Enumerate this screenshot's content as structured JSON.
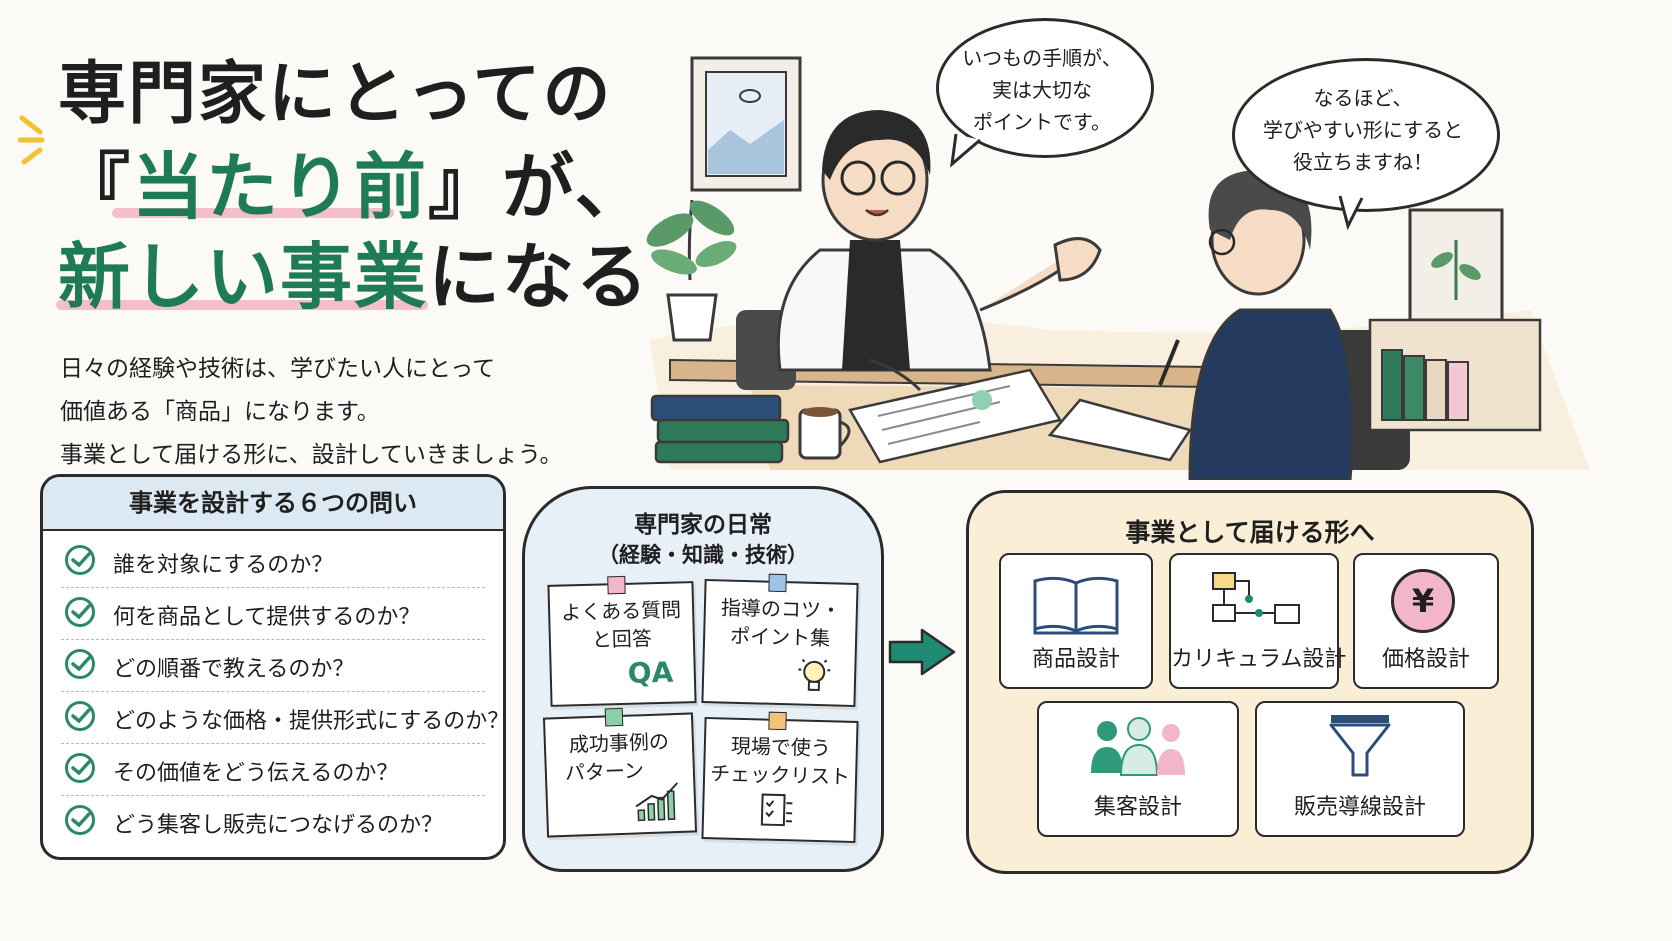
{
  "headline": {
    "line1": "専門家にとっての",
    "line2_open": "『",
    "line2_emph": "当たり前",
    "line2_rest": "』が、",
    "line3_emph": "新しい事業",
    "line3_rest": "になる"
  },
  "lead": [
    "日々の経験や技術は、学びたい人にとって",
    "価値ある「商品」になります。",
    "事業として届ける形に、設計していきましょう。"
  ],
  "questions": {
    "title": "事業を設計する６つの問い",
    "items": [
      "誰を対象にするのか？",
      "何を商品として提供するのか？",
      "どの順番で教えるのか？",
      "どのような価格・提供形式にするのか？",
      "その価値をどう伝えるのか？",
      "どう集客し販売につなげるのか？"
    ]
  },
  "everyday": {
    "title": "専門家の日常",
    "subtitle": "（経験・知識・技術）",
    "notes": [
      {
        "line1": "よくある質問",
        "line2": "と回答",
        "icon": "qa-icon",
        "pin": "#f3b6c8"
      },
      {
        "line1": "指導のコツ・",
        "line2": "ポイント集",
        "icon": "lightbulb-icon",
        "pin": "#9fc3e6"
      },
      {
        "line1": "成功事例の",
        "line2": "パターン",
        "icon": "growth-chart-icon",
        "pin": "#8fcfa8"
      },
      {
        "line1": "現場で使う",
        "line2": "チェックリスト",
        "icon": "checklist-icon",
        "pin": "#f0c27a"
      }
    ],
    "qa_glyph": "QA"
  },
  "business": {
    "title": "事業として届ける形へ",
    "cards": [
      {
        "label": "商品設計",
        "icon": "book-icon"
      },
      {
        "label": "カリキュラム設計",
        "icon": "flow-diagram-icon"
      },
      {
        "label": "価格設計",
        "icon": "yen-icon"
      },
      {
        "label": "集客設計",
        "icon": "people-icon"
      },
      {
        "label": "販売導線設計",
        "icon": "funnel-icon"
      }
    ],
    "yen_glyph": "¥"
  },
  "speech": {
    "expert": [
      "いつもの手順が、",
      "実は大切な",
      "ポイントです。"
    ],
    "client": [
      "なるほど、",
      "学びやすい形にすると",
      "役立ちますね！"
    ]
  },
  "colors": {
    "accent_green": "#1f7a58",
    "highlight_pink": "#f2b3c7",
    "panel_blue": "#e8f0f7",
    "panel_cream": "#fbeed6",
    "arrow_teal": "#1f8a73"
  }
}
